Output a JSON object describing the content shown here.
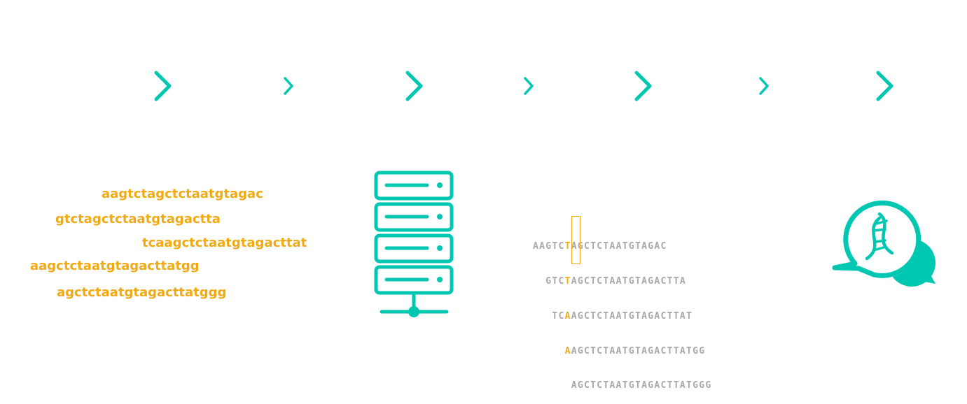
{
  "colors": {
    "teal": "#00c7b1",
    "orange": "#f0aa14",
    "gray": "#a8a8a8"
  },
  "steps": {
    "reads_icon": "sequence-reads",
    "server_icon": "server-rack-icon",
    "alignment_icon": "sequence-alignment",
    "result_icon": "dna-chat-bubble-icon"
  },
  "reads": [
    "aagtctagctctaatgtagac",
    "gtctagctctaatgtagactta",
    "tcaagctctaatgtagacttat",
    "aagctctaatgtagacttatgg",
    "agctctaatgtagacttatggg"
  ],
  "alignment": [
    {
      "before": "AAGTC",
      "base": "T",
      "after": "AGCTCTAATGTAGAC"
    },
    {
      "before": "  GTC",
      "base": "T",
      "after": "AGCTCTAATGTAGACTTA"
    },
    {
      "before": "   TC",
      "base": "A",
      "after": "AGCTCTAATGTAGACTTAT"
    },
    {
      "before": "     ",
      "base": "A",
      "after": "AGCTCTAATGTAGACTTATGG"
    },
    {
      "before": "      ",
      "base": "",
      "after": "AGCTCTAATGTAGACTTATGGG"
    }
  ]
}
